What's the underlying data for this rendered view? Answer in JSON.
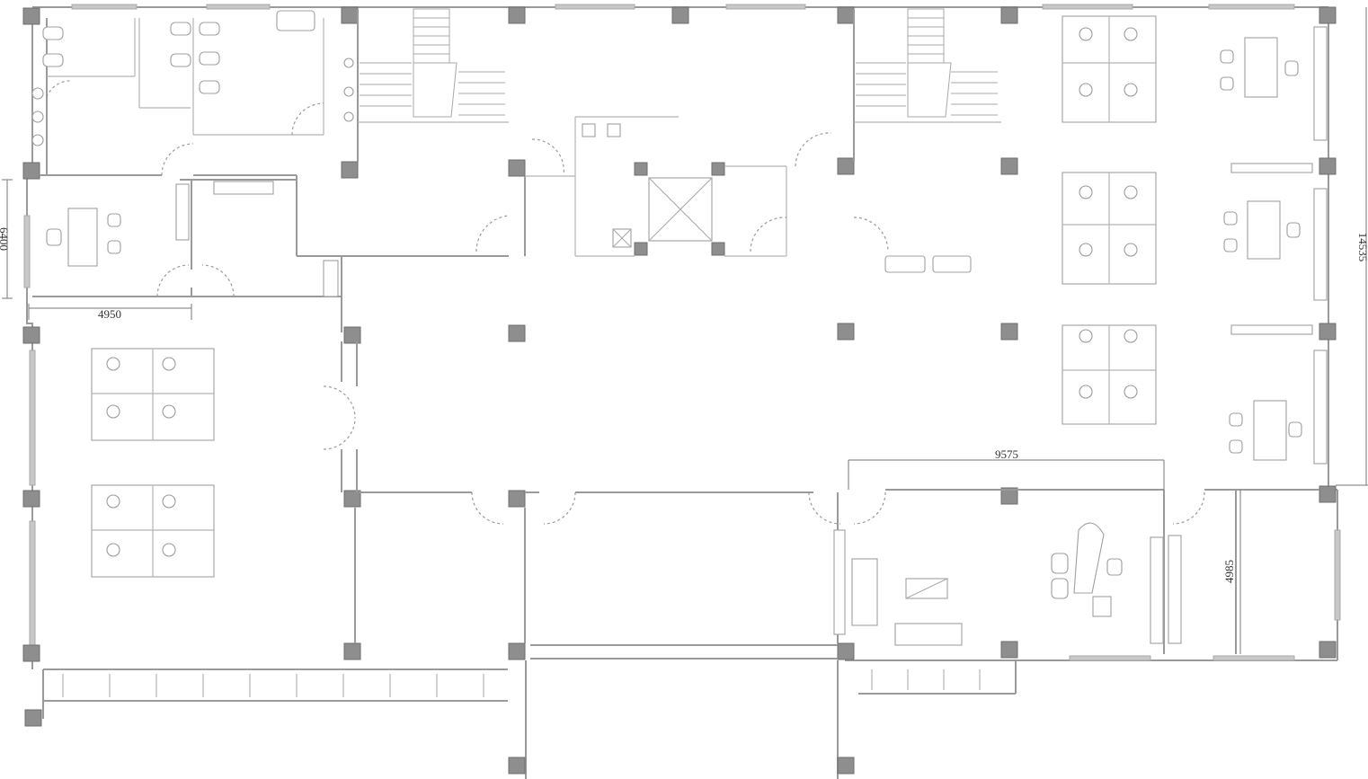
{
  "dimensions": {
    "top_left_width": "4950",
    "left_room_height": "6400",
    "right_total_height": "14535",
    "meeting_width": "9575",
    "small_room_height": "4985"
  },
  "colors": {
    "wall": "#9a9a9a",
    "column": "#8e8e8e",
    "window": "#c8c8c8",
    "background": "#ffffff"
  }
}
